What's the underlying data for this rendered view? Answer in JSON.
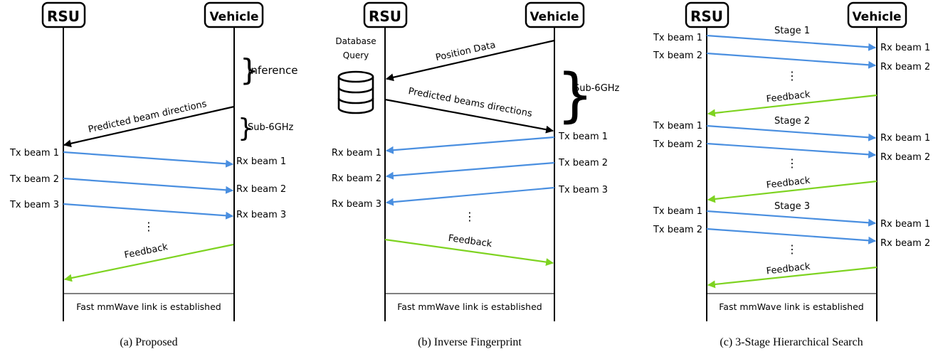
{
  "colors": {
    "beam": "#4a8fe0",
    "feedback": "#7ed321",
    "signal": "#000000"
  },
  "icons": [
    "database-icon"
  ],
  "panels": {
    "a": {
      "caption": "(a) Proposed",
      "rsu": "RSU",
      "vehicle": "Vehicle",
      "inference": "Inference",
      "sub6": "Sub-6GHz",
      "predicted": "Predicted beam directions",
      "tx": [
        "Tx beam 1",
        "Tx beam 2",
        "Tx beam 3"
      ],
      "rx": [
        "Rx beam 1",
        "Rx beam 2",
        "Rx beam 3"
      ],
      "dots": "⋮",
      "feedback": "Feedback",
      "final": "Fast mmWave link is established"
    },
    "b": {
      "caption": "(b) Inverse Fingerprint",
      "rsu": "RSU",
      "vehicle": "Vehicle",
      "db_line1": "Database",
      "db_line2": "Query",
      "position": "Position Data",
      "sub6": "Sub-6GHz",
      "predicted": "Predicted beams directions",
      "tx": [
        "Tx beam 1",
        "Tx beam 2",
        "Tx beam 3"
      ],
      "rx": [
        "Rx beam 1",
        "Rx beam 2",
        "Rx beam 3"
      ],
      "dots": "⋮",
      "feedback": "Feedback",
      "final": "Fast mmWave link is established"
    },
    "c": {
      "caption": "(c) 3-Stage Hierarchical Search",
      "rsu": "RSU",
      "vehicle": "Vehicle",
      "stages": [
        {
          "label": "Stage 1",
          "tx": [
            "Tx beam 1",
            "Tx beam 2"
          ],
          "rx": [
            "Rx beam 1",
            "Rx beam 2"
          ],
          "dots": "⋮",
          "feedback": "Feedback"
        },
        {
          "label": "Stage 2",
          "tx": [
            "Tx beam 1",
            "Tx beam 2"
          ],
          "rx": [
            "Rx beam 1",
            "Rx beam 2"
          ],
          "dots": "⋮",
          "feedback": "Feedback"
        },
        {
          "label": "Stage 3",
          "tx": [
            "Tx beam 1",
            "Tx beam 2"
          ],
          "rx": [
            "Rx beam 1",
            "Rx beam 2"
          ],
          "dots": "⋮",
          "feedback": "Feedback"
        }
      ],
      "final": "Fast mmWave link is established"
    }
  }
}
